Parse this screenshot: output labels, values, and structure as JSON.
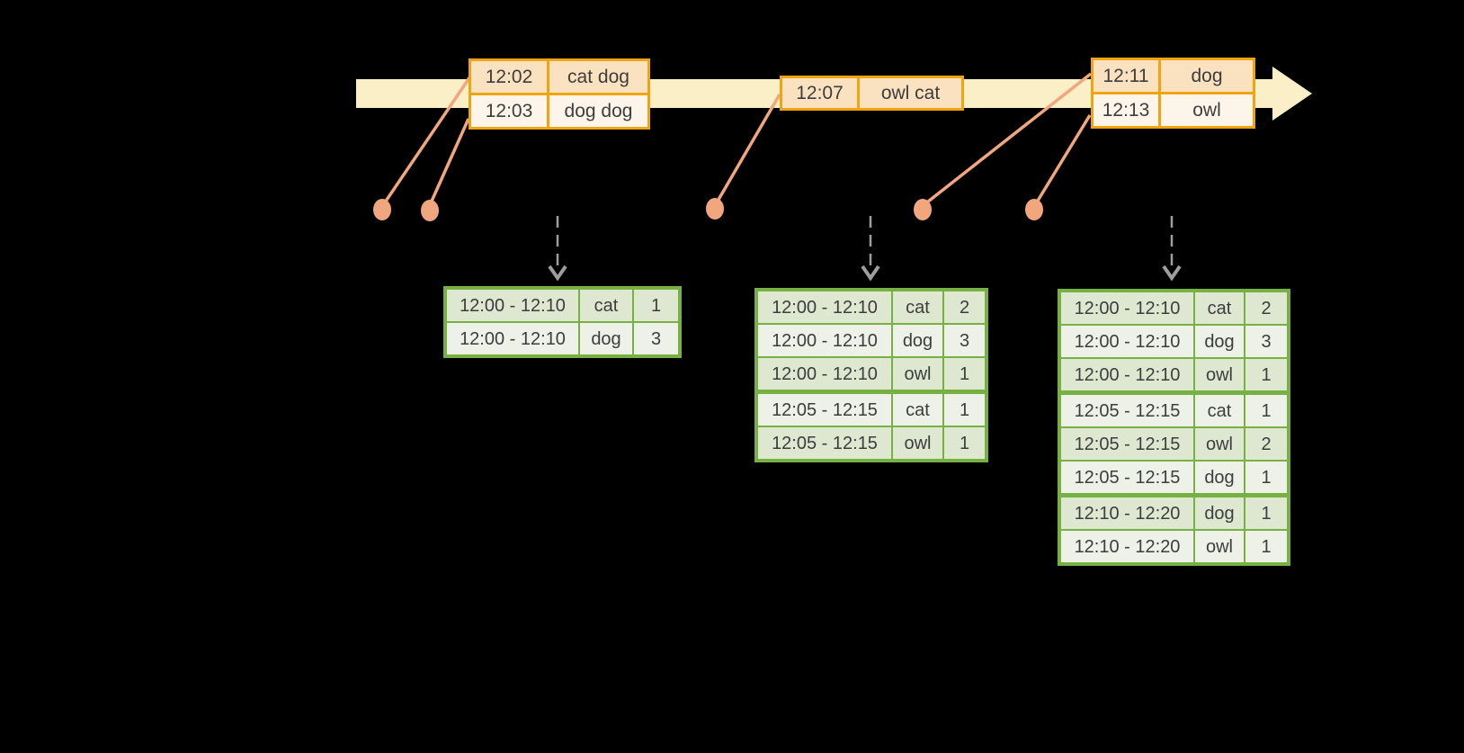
{
  "diagram": {
    "colors": {
      "band": "#faefc7",
      "orange": "#f0a410",
      "peach-dark": "#fae2c0",
      "peach-light": "#fdf5e9",
      "salmon": "#f1a67e",
      "green": "#77b043",
      "green-dark": "#dee8d1",
      "green-light": "#edf1e7",
      "gray": "#9e9e9e",
      "text": "#3d3d3d"
    },
    "events": [
      {
        "rows": [
          {
            "time": "12:02",
            "words": "cat dog"
          },
          {
            "time": "12:03",
            "words": "dog dog"
          }
        ]
      },
      {
        "rows": [
          {
            "time": "12:07",
            "words": "owl cat"
          }
        ]
      },
      {
        "rows": [
          {
            "time": "12:11",
            "words": "dog"
          },
          {
            "time": "12:13",
            "words": "owl"
          }
        ]
      }
    ],
    "results": [
      {
        "rows": [
          {
            "window": "12:00 - 12:10",
            "word": "cat",
            "count": "1"
          },
          {
            "window": "12:00 - 12:10",
            "word": "dog",
            "count": "3"
          }
        ]
      },
      {
        "rows": [
          {
            "window": "12:00 - 12:10",
            "word": "cat",
            "count": "2"
          },
          {
            "window": "12:00 - 12:10",
            "word": "dog",
            "count": "3"
          },
          {
            "window": "12:00 - 12:10",
            "word": "owl",
            "count": "1"
          },
          {
            "window": "12:05 - 12:15",
            "word": "cat",
            "count": "1"
          },
          {
            "window": "12:05 - 12:15",
            "word": "owl",
            "count": "1"
          }
        ]
      },
      {
        "rows": [
          {
            "window": "12:00 - 12:10",
            "word": "cat",
            "count": "2"
          },
          {
            "window": "12:00 - 12:10",
            "word": "dog",
            "count": "3"
          },
          {
            "window": "12:00 - 12:10",
            "word": "owl",
            "count": "1"
          },
          {
            "window": "12:05 - 12:15",
            "word": "cat",
            "count": "1"
          },
          {
            "window": "12:05 - 12:15",
            "word": "owl",
            "count": "2"
          },
          {
            "window": "12:05 - 12:15",
            "word": "dog",
            "count": "1"
          },
          {
            "window": "12:10 - 12:20",
            "word": "dog",
            "count": "1"
          },
          {
            "window": "12:10 - 12:20",
            "word": "owl",
            "count": "1"
          }
        ]
      }
    ]
  }
}
